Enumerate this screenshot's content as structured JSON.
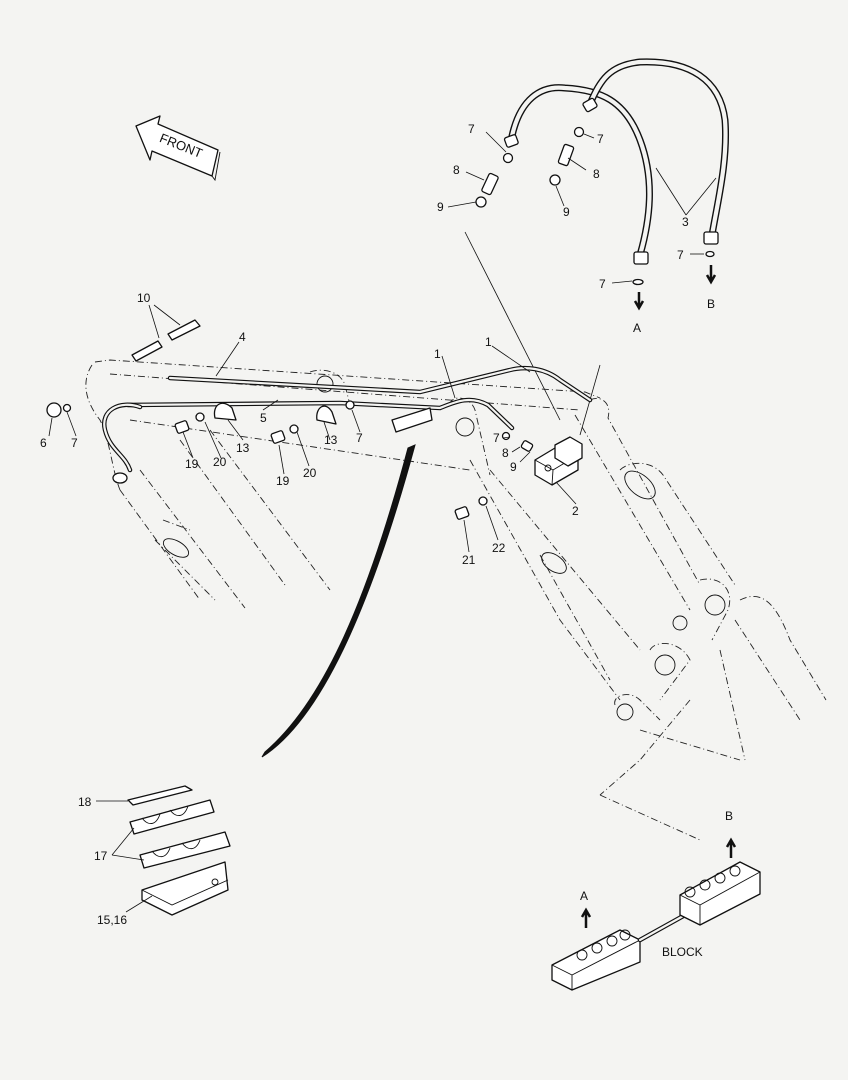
{
  "direction_arrow": {
    "text": "FRONT"
  },
  "block_label": "BLOCK",
  "port_labels": {
    "a_top": "A",
    "b_top": "B",
    "a_block": "A",
    "b_block": "B"
  },
  "callouts": {
    "c1a": "1",
    "c1b": "1",
    "c2": "2",
    "c3": "3",
    "c4": "4",
    "c5": "5",
    "c6": "6",
    "c7_left": "7",
    "c7_mid": "7",
    "c7_center": "7",
    "c7_hose1": "7",
    "c7_hose2": "7",
    "c7_endA": "7",
    "c7_endB": "7",
    "c8_hose1": "8",
    "c8_hose2": "8",
    "c8_center": "8",
    "c9_hose1": "9",
    "c9_hose2": "9",
    "c9_center": "9",
    "c10": "10",
    "c13a": "13",
    "c13b": "13",
    "c15_16": "15,16",
    "c17": "17",
    "c18": "18",
    "c19a": "19",
    "c19b": "19",
    "c20a": "20",
    "c20b": "20",
    "c21": "21",
    "c22": "22"
  }
}
